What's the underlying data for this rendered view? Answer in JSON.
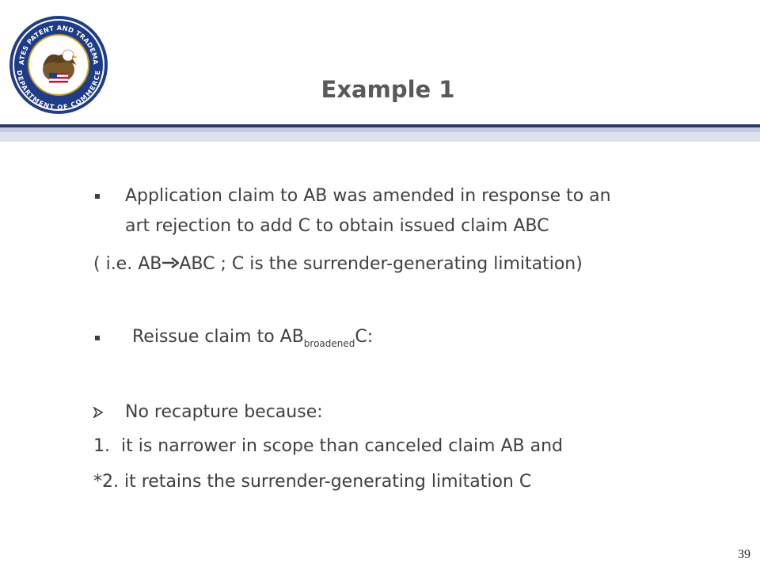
{
  "seal": {
    "name": "USPTO seal",
    "top_text": "UNITED STATES PATENT AND TRADEMARK OFFICE",
    "bottom_text": "DEPARTMENT OF COMMERCE"
  },
  "title": "Example 1",
  "bullets": [
    {
      "line1": "Application claim to AB was amended in response to an",
      "line2": "art rejection to add C to obtain issued claim ABC"
    }
  ],
  "note": {
    "prefix": "( i.e. AB",
    "suffix": "ABC ; C is the surrender-generating limitation)"
  },
  "reissue": {
    "text": "Reissue claim to AB",
    "subscript": "broadened",
    "tail": "C:"
  },
  "conclusion": {
    "heading": "No recapture because:",
    "items": [
      "1.  it is narrower in scope than canceled claim AB and",
      "*2. it retains the surrender-generating limitation C"
    ]
  },
  "page_number": "39",
  "colors": {
    "rule_dark": "#2e3a66",
    "rule_light": "#c7cbe0",
    "title": "#595959",
    "text": "#404040",
    "seal_blue": "#1f3c88"
  }
}
